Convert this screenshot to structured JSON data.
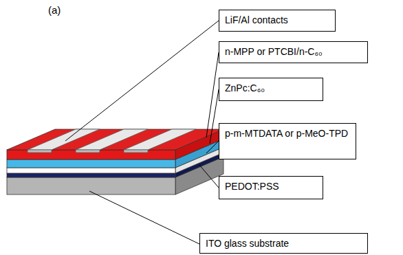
{
  "diagram": {
    "nodes": [
      {
        "text": [
          "LiF/Al contacts"
        ]
      },
      {
        "text": [
          "n-MPP or PTCBI/n-C₆₀"
        ]
      },
      {
        "text": [
          "ZnPc:C₆₀"
        ]
      },
      {
        "text": [
          "p-m-MTDATA or p-MeO-TPD"
        ]
      },
      {
        "text": [
          "PEDOT:PSS"
        ]
      },
      {
        "text": [
          "ITO glass substrate"
        ]
      }
    ],
    "labels": [
      "(a)"
    ]
  }
}
